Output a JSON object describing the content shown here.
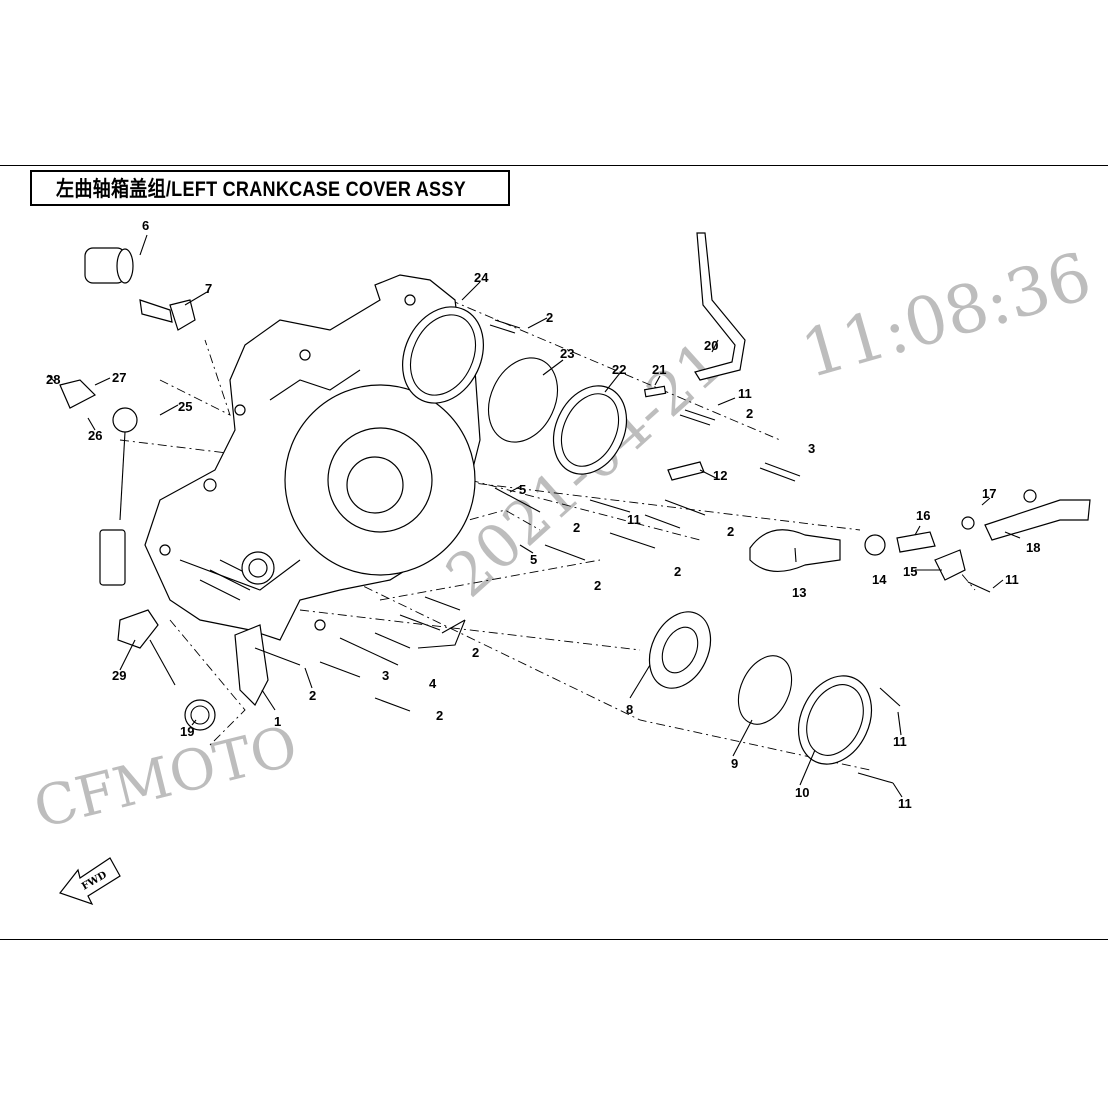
{
  "title": "左曲轴箱盖组/LEFT CRANKCASE COVER ASSY",
  "watermarks": {
    "brand": "CFMOTO",
    "time": "11:08:36",
    "date": "2021-04-21"
  },
  "fwd_label": "FWD",
  "callouts": [
    "1",
    "2",
    "3",
    "4",
    "5",
    "6",
    "7",
    "8",
    "9",
    "10",
    "11",
    "12",
    "13",
    "14",
    "15",
    "16",
    "17",
    "18",
    "19",
    "20",
    "21",
    "22",
    "23",
    "24",
    "25",
    "26",
    "27",
    "28",
    "29"
  ],
  "colors": {
    "line": "#000000",
    "watermark": "#bdbdbd",
    "background": "#ffffff"
  }
}
